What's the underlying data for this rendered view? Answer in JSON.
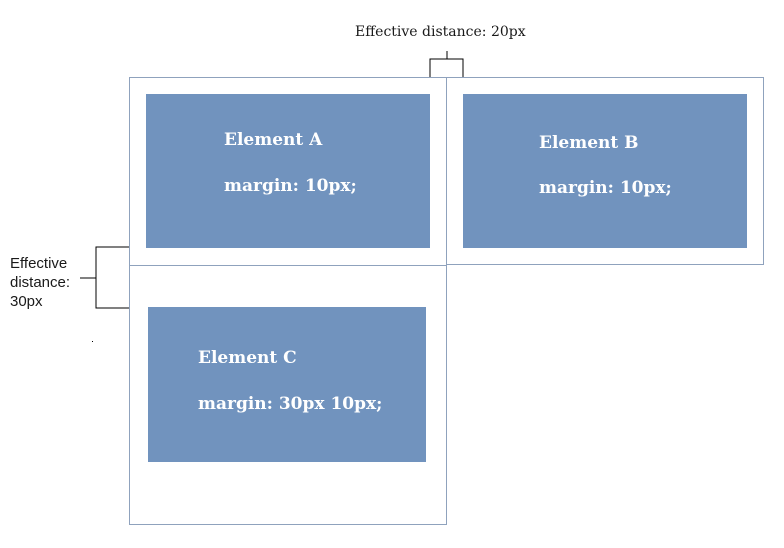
{
  "top_annotation": "Effective distance: 20px",
  "left_annotation": [
    "Effective",
    "distance:",
    "30px"
  ],
  "elements": [
    {
      "name": "Element A",
      "margin": "margin: 10px;"
    },
    {
      "name": "Element B",
      "margin": "margin: 10px;"
    },
    {
      "name": "Element C",
      "margin": "margin: 30px 10px;"
    }
  ],
  "colors": {
    "element_fill": "#7193be",
    "outline": "#8fa2bd",
    "bracket": "#000000"
  }
}
